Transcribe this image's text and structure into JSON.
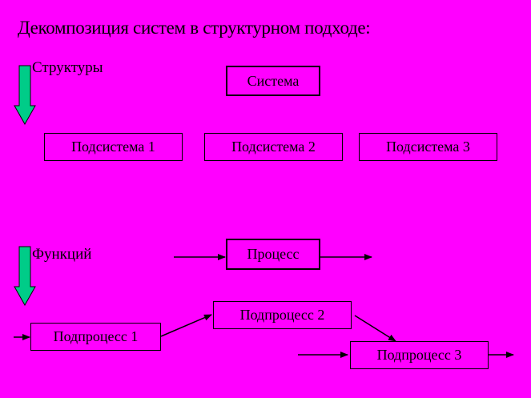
{
  "title": "Декомпозиция систем в структурном подходе:",
  "sections": {
    "structures_label": "Структуры",
    "functions_label": "Функций"
  },
  "structure": {
    "root": "Система",
    "children": [
      "Подсистема 1",
      "Подсистема 2",
      "Подсистема 3"
    ]
  },
  "functions": {
    "root": "Процесс",
    "subprocesses": [
      "Подпроцесс 1",
      "Подпроцесс 2",
      "Подпроцесс 3"
    ]
  },
  "colors": {
    "background": "#ff00ff",
    "arrow_fill": "#00cc88",
    "line": "#000000"
  }
}
